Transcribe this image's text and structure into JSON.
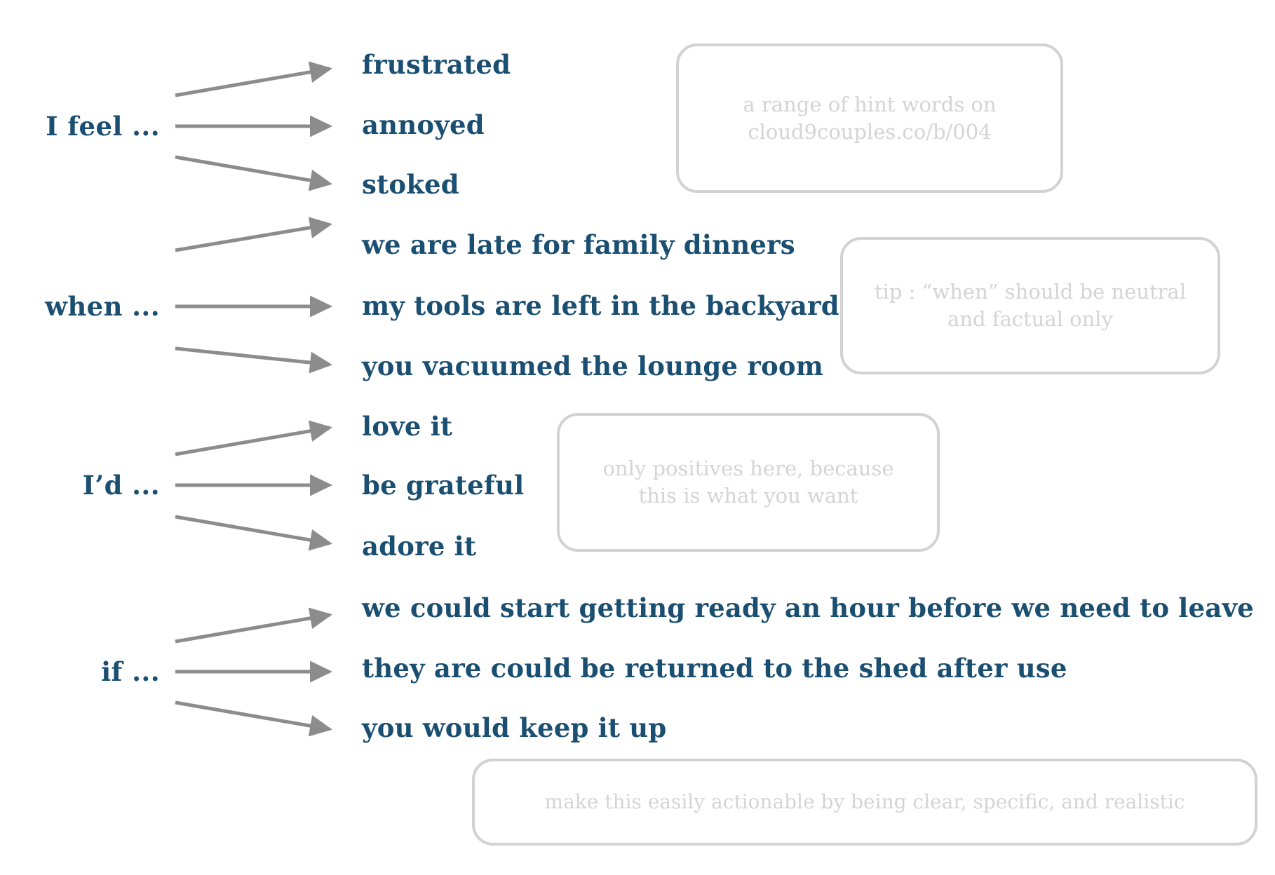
{
  "diagram": {
    "title": "sentence-starter template",
    "accent_blue": "#1b4f72",
    "arrow_gray": "#8c8c8c",
    "hint_border": "#d2d2d2",
    "hint_text_color": "#d4d4d4",
    "background": "#ffffff"
  },
  "groups": [
    {
      "id": "i-feel",
      "stem": "I feel ...",
      "options": [
        "frustrated",
        "annoyed",
        "stoked"
      ]
    },
    {
      "id": "when",
      "stem": "when ...",
      "options": [
        "we are late for family dinners",
        "my tools are left in the backyard",
        "you vacuumed the lounge room"
      ]
    },
    {
      "id": "id",
      "stem": "I’d ...",
      "options": [
        "love it",
        "be grateful",
        "adore it"
      ]
    },
    {
      "id": "if",
      "stem": "if ...",
      "options": [
        "we could start getting ready an hour before we need to leave",
        "they are could be returned to the shed after use",
        "you would keep it up"
      ]
    }
  ],
  "hints": [
    {
      "id": "hint-hint-words",
      "lines": [
        "a range of hint words on",
        "cloud9couples.co/b/004"
      ]
    },
    {
      "id": "hint-when-neutral",
      "lines": [
        "tip : “when” should be neutral",
        "and factual only"
      ]
    },
    {
      "id": "hint-only-positives",
      "lines": [
        "only positives here, because",
        "this is what you want"
      ]
    },
    {
      "id": "hint-actionable",
      "lines": [
        "make this easily actionable by being clear, specific, and realistic"
      ]
    }
  ]
}
